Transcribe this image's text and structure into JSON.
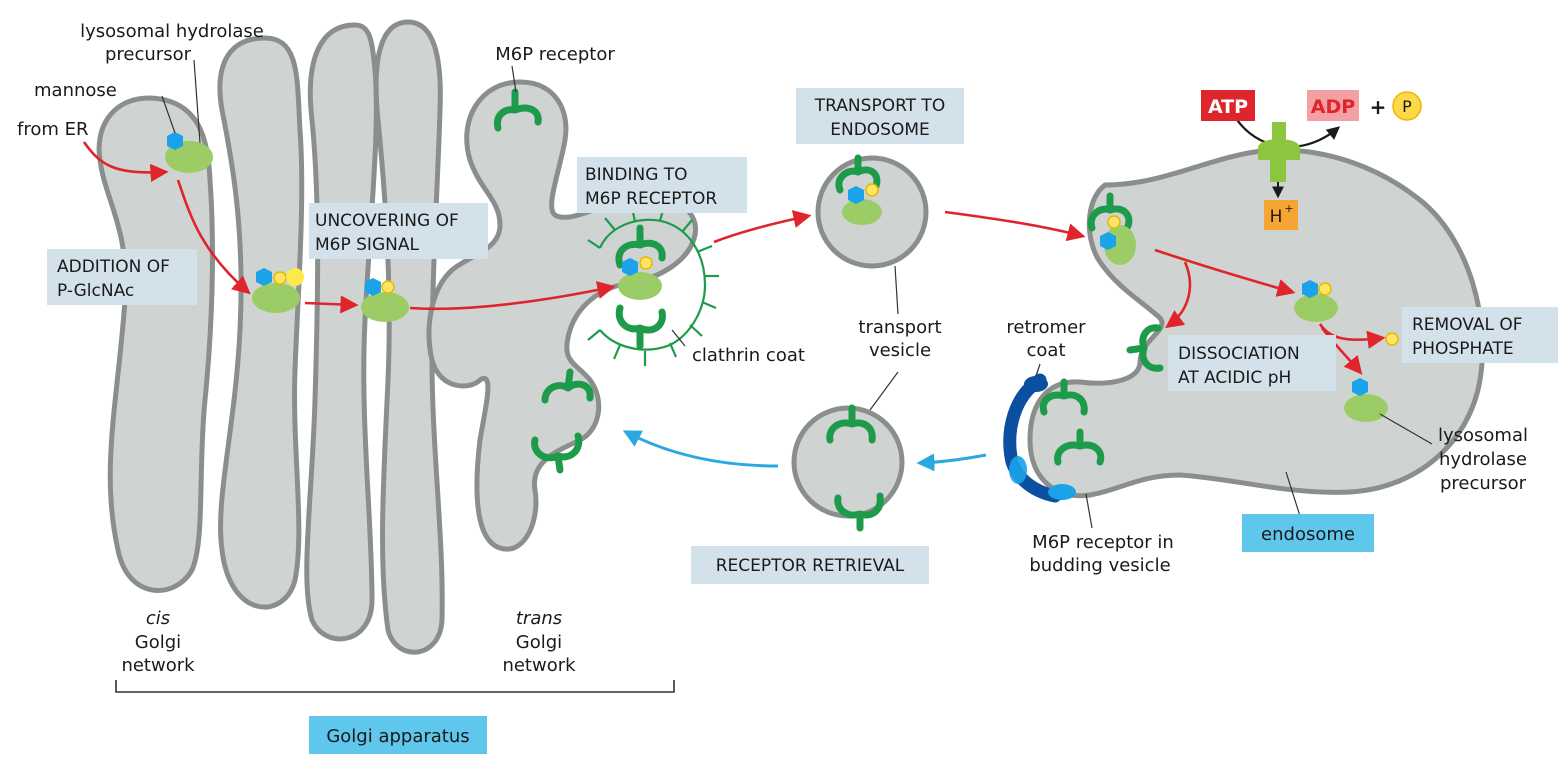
{
  "labels": {
    "lysosomal_hydrolase_precursor_top_1": "lysosomal hydrolase",
    "lysosomal_hydrolase_precursor_top_2": "precursor",
    "mannose": "mannose",
    "from_er": "from ER",
    "m6p_receptor": "M6P receptor",
    "clathrin_coat": "clathrin coat",
    "transport_vesicle_1": "transport",
    "transport_vesicle_2": "vesicle",
    "retromer_coat_1": "retromer",
    "retromer_coat_2": "coat",
    "budding_1": "M6P receptor in",
    "budding_2": "budding vesicle",
    "hydrolase_right_1": "lysosomal",
    "hydrolase_right_2": "hydrolase",
    "hydrolase_right_3": "precursor",
    "cis_1": "cis",
    "cis_2": "Golgi",
    "cis_3": "network",
    "trans_1": "trans",
    "trans_2": "Golgi",
    "trans_3": "network",
    "atp": "ATP",
    "adp": "ADP",
    "plus": "+",
    "p": "P",
    "hplus": "H",
    "hplus_sup": "+"
  },
  "steps": {
    "addition_1": "ADDITION OF",
    "addition_2": "P-GlcNAc",
    "uncovering_1": "UNCOVERING OF",
    "uncovering_2": "M6P SIGNAL",
    "binding_1": "BINDING TO",
    "binding_2": "M6P RECEPTOR",
    "transport_1": "TRANSPORT TO",
    "transport_2": "ENDOSOME",
    "dissociation_1": "DISSOCIATION",
    "dissociation_2": "AT ACIDIC pH",
    "removal_1": "REMOVAL OF",
    "removal_2": "PHOSPHATE",
    "retrieval": "RECEPTOR RETRIEVAL"
  },
  "compartments": {
    "golgi": "Golgi apparatus",
    "endosome": "endosome"
  },
  "colors": {
    "membrane_fill": "#cfd4d2",
    "membrane_stroke": "#8a8f8d",
    "receptor": "#1e9b4a",
    "enzyme": "#9ccc65",
    "mannose": "#1aa3e8",
    "phosphate": "#ffe566",
    "forward_arrow": "#e0242c",
    "retrieval_arrow": "#2ba8e0",
    "step_box": "#d3e2ea",
    "compartment_box": "#5fc6ec",
    "atp": "#e0242c",
    "adp": "#f2a0a4",
    "proton_pump": "#8cc63f",
    "hplus_box": "#f7a532",
    "retromer": "#0b4fa0"
  }
}
